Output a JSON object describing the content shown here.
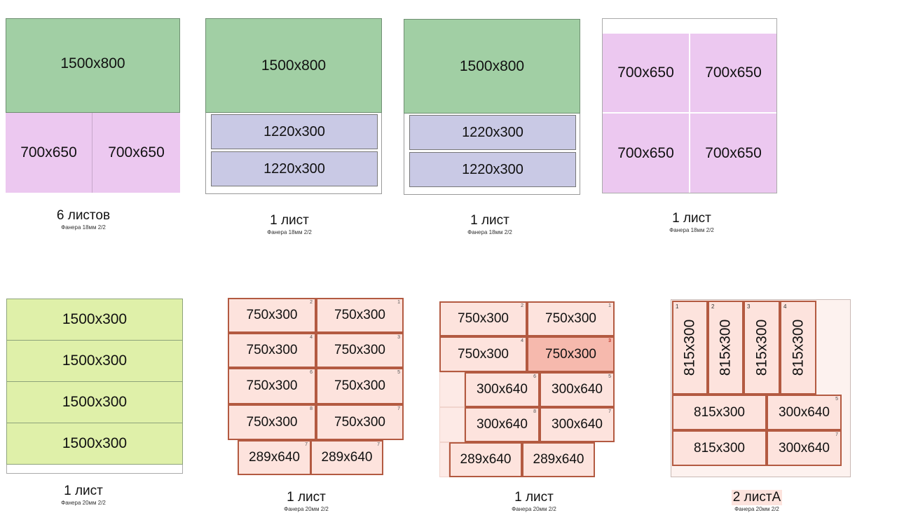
{
  "layouts": [
    {
      "pieces": [
        "1500x800",
        "700x650",
        "700x650"
      ],
      "qty": "6 листов",
      "material": "Фанера 18мм 2/2"
    },
    {
      "pieces": [
        "1500x800",
        "1220x300",
        "1220x300"
      ],
      "qty": "1 лист",
      "material": "Фанера 18мм 2/2"
    },
    {
      "pieces": [
        "1500x800",
        "1220x300",
        "1220x300"
      ],
      "qty": "1 лист",
      "material": "Фанера 18мм 2/2"
    },
    {
      "pieces": [
        "700x650",
        "700x650",
        "700x650",
        "700x650"
      ],
      "qty": "1 лист",
      "material": "Фанера 18мм 2/2"
    },
    {
      "pieces": [
        "1500x300",
        "1500x300",
        "1500x300",
        "1500x300"
      ],
      "qty": "1 лист",
      "material": "Фанера 20мм 2/2"
    },
    {
      "pieces": [
        "750x300",
        "750x300",
        "750x300",
        "750x300",
        "750x300",
        "750x300",
        "750x300",
        "750x300",
        "289x640",
        "289x640"
      ],
      "numbers": [
        "2",
        "1",
        "4",
        "3",
        "6",
        "5",
        "8",
        "7",
        "7",
        "7"
      ],
      "qty": "1 лист",
      "material": "Фанера 20мм 2/2"
    },
    {
      "pieces": [
        "750x300",
        "750x300",
        "750x300",
        "750x300",
        "300x640",
        "300x640",
        "300x640",
        "300x640",
        "289x640",
        "289x640"
      ],
      "numbers": [
        "2",
        "1",
        "4",
        "3",
        "6",
        "5",
        "8",
        "7"
      ],
      "qty": "1 лист",
      "material": "Фанера 20мм 2/2"
    },
    {
      "pieces": [
        "815x300",
        "815x300",
        "815x300",
        "815x300",
        "815x300",
        "300x640",
        "815x300",
        "300x640"
      ],
      "numbers": [
        "1",
        "2",
        "3",
        "4",
        "5",
        "7"
      ],
      "qty": "2 листА",
      "material": "Фанера 20мм 2/2"
    }
  ]
}
